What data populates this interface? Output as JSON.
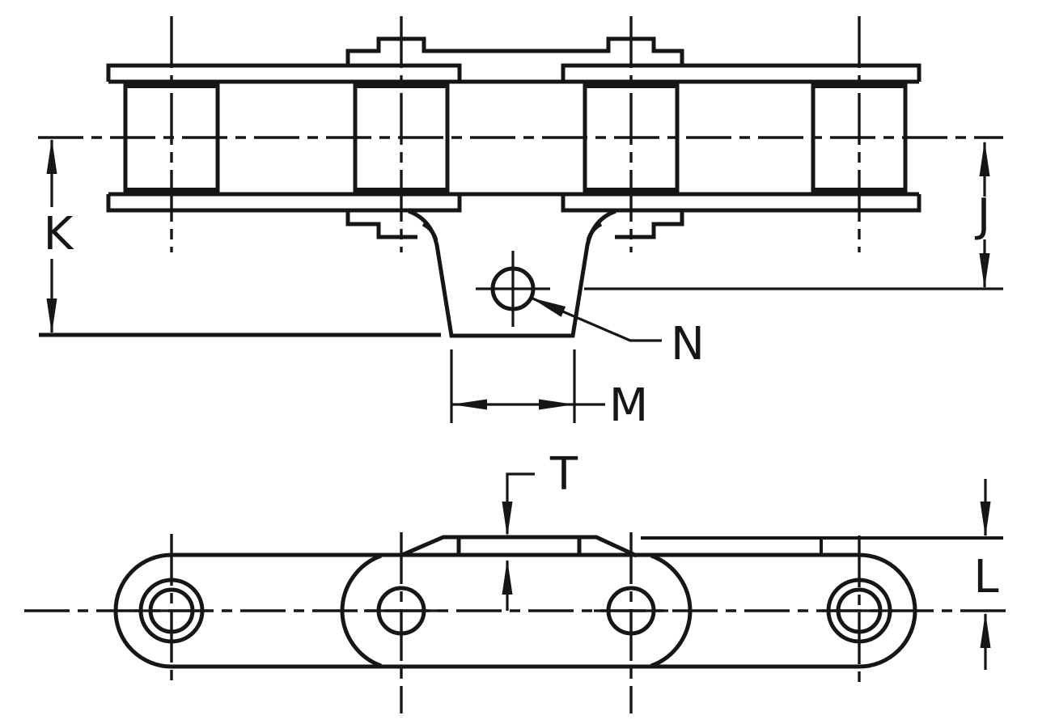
{
  "colors": {
    "ink": "#161616",
    "paper": "#ffffff"
  },
  "dimension_labels": {
    "k": "K",
    "j": "J",
    "n": "N",
    "m": "M",
    "t": "T",
    "l": "L"
  }
}
